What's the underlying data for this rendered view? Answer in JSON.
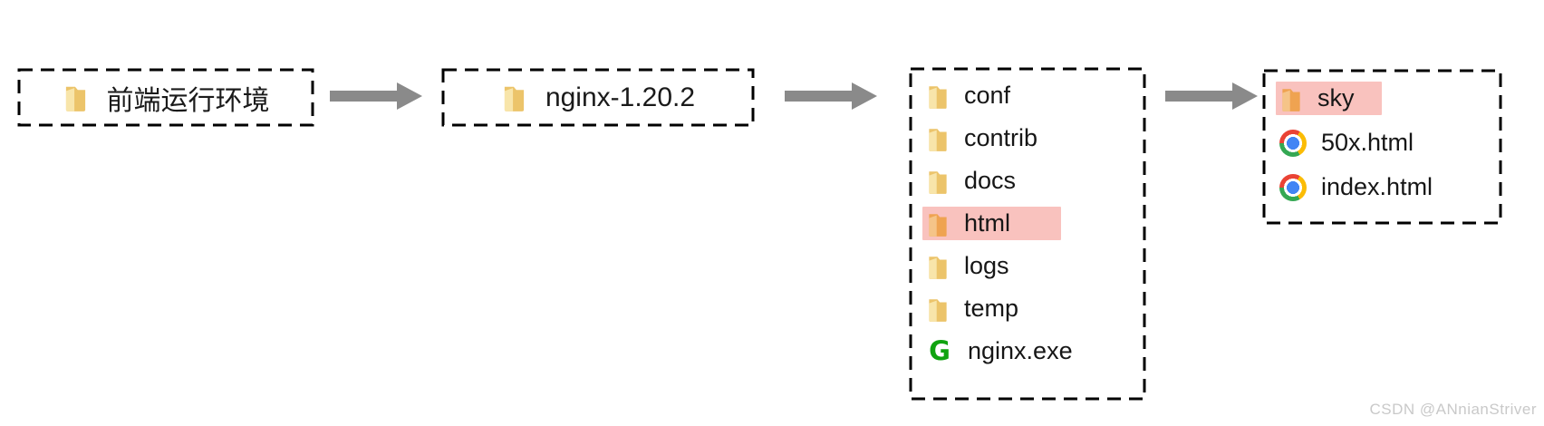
{
  "diagram": {
    "description_colors": {
      "highlight_pink": "#f9c2be",
      "arrow_gray": "#8a8a8a",
      "folder_yellow_body": "#ecc46a",
      "folder_yellow_flap": "#f8e5aa",
      "folder_orange_body": "#efa351",
      "folder_orange_flap": "#f5c488",
      "nginx_green": "#10a310",
      "chrome_red": "#ea4335",
      "chrome_yellow": "#fbbc05",
      "chrome_green": "#34a853",
      "chrome_blue": "#4285f4",
      "box_border": "#000000",
      "label_text": "#1a1a1a"
    },
    "node1": {
      "label": "前端运行环境",
      "icon": "folder"
    },
    "node2": {
      "label": "nginx-1.20.2",
      "icon": "folder"
    },
    "node3": {
      "items": [
        {
          "label": "conf",
          "icon": "folder",
          "highlighted": false
        },
        {
          "label": "contrib",
          "icon": "folder",
          "highlighted": false
        },
        {
          "label": "docs",
          "icon": "folder",
          "highlighted": false
        },
        {
          "label": "html",
          "icon": "folder",
          "highlighted": true
        },
        {
          "label": "logs",
          "icon": "folder",
          "highlighted": false
        },
        {
          "label": "temp",
          "icon": "folder",
          "highlighted": false
        },
        {
          "label": "nginx.exe",
          "icon": "nginx",
          "highlighted": false
        }
      ]
    },
    "node4": {
      "items": [
        {
          "label": "sky",
          "icon": "folder",
          "highlighted": true
        },
        {
          "label": "50x.html",
          "icon": "chrome",
          "highlighted": false
        },
        {
          "label": "index.html",
          "icon": "chrome",
          "highlighted": false
        }
      ]
    },
    "nginx_icon_glyph": "G"
  },
  "watermark": "CSDN @ANnianStriver"
}
